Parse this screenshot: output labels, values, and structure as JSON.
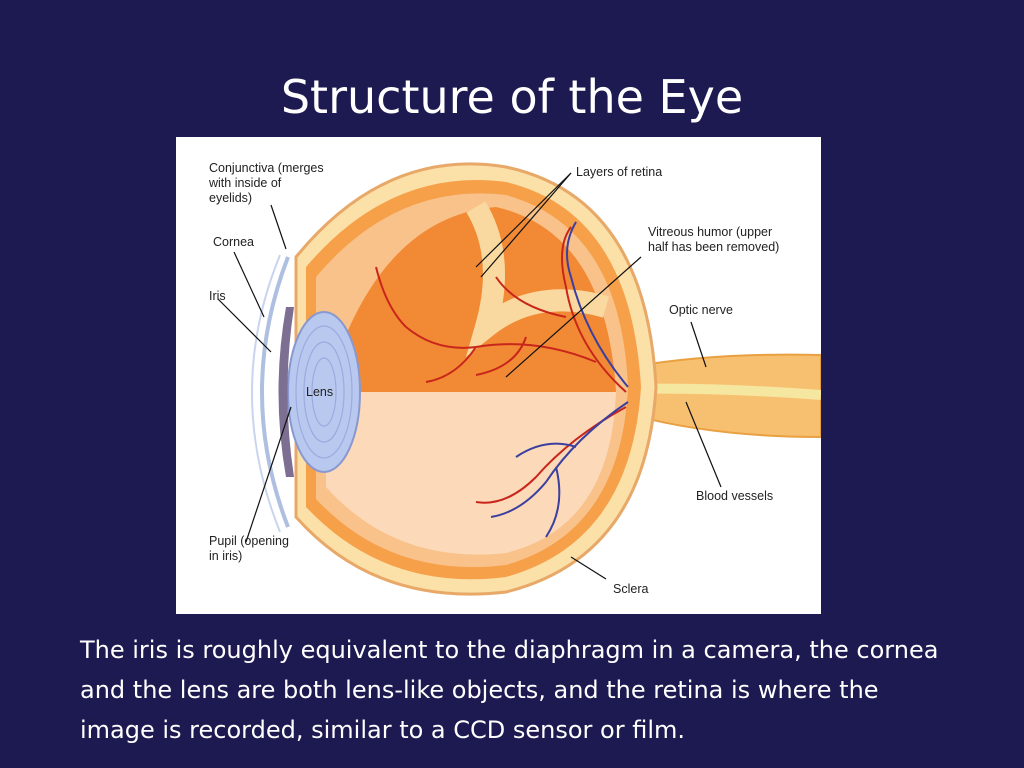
{
  "slide": {
    "title": "Structure of the Eye",
    "caption": "The iris is roughly equivalent to the diaphragm in a camera, the cornea and the lens are both lens-like objects, and the retina is where the image is recorded, similar to a CCD sensor or film."
  },
  "diagram": {
    "labels": {
      "conjunctiva": "Conjunctiva (merges\nwith inside of\neyelids)",
      "cornea": "Cornea",
      "iris": "Iris",
      "lens": "Lens",
      "pupil": "Pupil (opening\nin iris)",
      "layers_of_retina": "Layers of retina",
      "vitreous_humor": "Vitreous humor (upper\nhalf has been removed)",
      "optic_nerve": "Optic nerve",
      "blood_vessels": "Blood vessels",
      "sclera": "Sclera"
    },
    "colors": {
      "background": "#1c1a50",
      "sclera": "#f7c070",
      "choroid": "#f29a3a",
      "interior": "#fbd3ac",
      "lens": "#b9c8ee",
      "vessel_red": "#c9261b",
      "vessel_blue": "#3a3fa0"
    }
  }
}
